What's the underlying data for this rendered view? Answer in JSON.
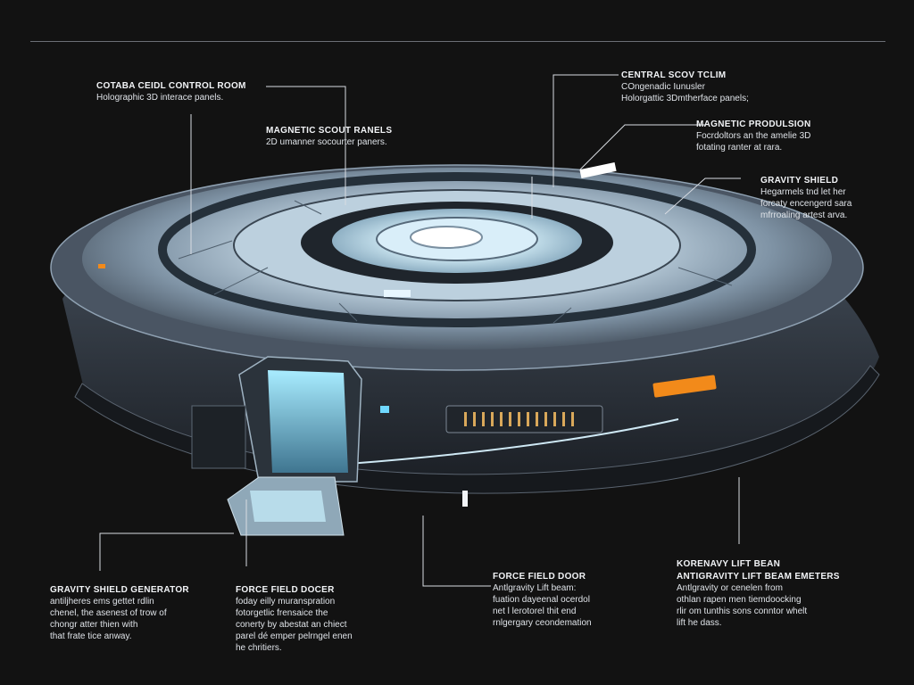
{
  "callouts": [
    {
      "id": "c1",
      "title": "COTABA CEIDL CONTROL ROOM",
      "desc": "Holographic 3D interace panels."
    },
    {
      "id": "c2",
      "title": "MAGNETIC SCOUT RANELS",
      "desc": "2D umanner socourter paners."
    },
    {
      "id": "c3",
      "title": "CENTRAL SCOV TCLIM",
      "desc": "COngenadic Iunusler\nHolorgattic 3Dmtherface panels;"
    },
    {
      "id": "c4",
      "title": "MAGNETIC PRODULSION",
      "desc": "Focrdoltors an the amelie 3D\nfotating ranter at rara."
    },
    {
      "id": "c5",
      "title": "GRAVITY SHIELD",
      "desc": "Hegarmels tnd let her\nforcaty encengerd sara\nmfrroaling artest arva."
    },
    {
      "id": "c6",
      "title": "GRAVITY SHIELD GENERATOR",
      "desc": "antiljheres ems gettet rdlin\nchenel, the asenest of trow of\nchongr atter thien with\nthat frate tice anway."
    },
    {
      "id": "c7",
      "title": "FORCE FIELD DOCER",
      "desc": "foday eilly muranspration\nfotorgetlic frensaice the\nconerty by abestat an chiect\nparel dé emper pelrngel enen\nhe chritiers."
    },
    {
      "id": "c8",
      "title": "FORCE FIELD DOOR",
      "desc": "Antlgravity Lift beam:\nfuation dayeenal ocerdol\nnet l lerotorel thit end\nrnlgergary ceondemation"
    },
    {
      "id": "c9",
      "title": "KORENAVY LIFT BEAN",
      "desc": ""
    },
    {
      "id": "c10",
      "title": "ANTIGRAVITY LIFT BEAM EMETERS",
      "desc": "Antlgravity or cenelen from\nothlan rapen men tiemdoocking\nrlir om tunthis sons conntor whelt\nlift he dass."
    }
  ],
  "colors": {
    "background": "#121212",
    "hull_dark": "#2b2f35",
    "hull_mid": "#5b6775",
    "panel_light": "#c9d9e6",
    "glow": "#9fe9ff",
    "accent_orange": "#f28a1a"
  }
}
